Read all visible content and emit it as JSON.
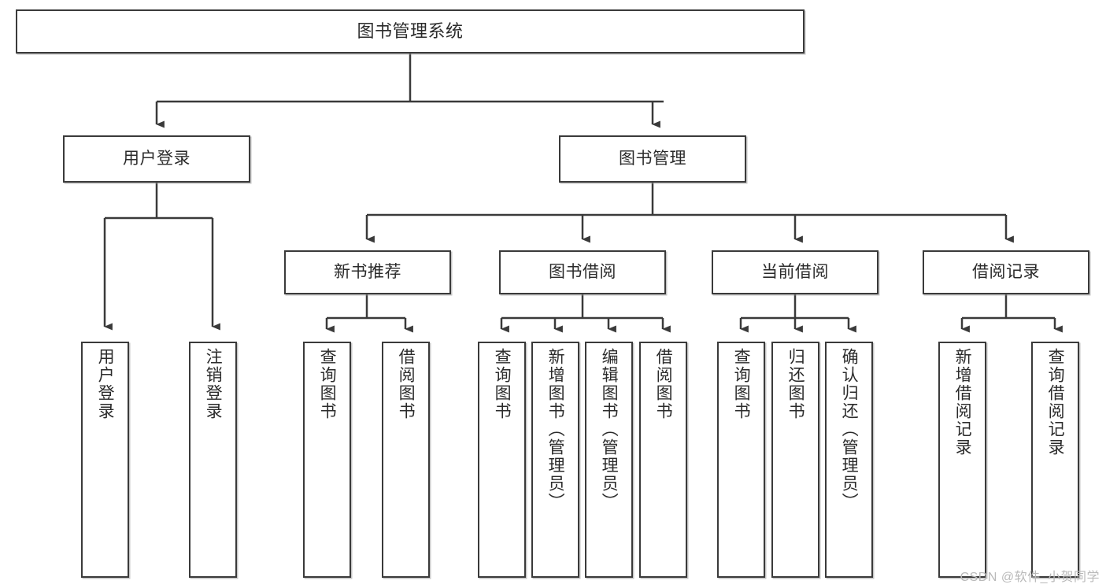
{
  "diagram": {
    "title": "图书管理系统",
    "watermark": "CSDN @软件_小贺同学",
    "colors": {
      "stroke": "#3a3a3a",
      "text": "#2b2b2b",
      "background": "#ffffff",
      "shadow": "#969696",
      "watermark": "#b9b9b9"
    },
    "root": {
      "label": "图书管理系统"
    },
    "level2": [
      {
        "label": "用户登录"
      },
      {
        "label": "图书管理"
      }
    ],
    "level3": [
      {
        "label": "新书推荐"
      },
      {
        "label": "图书借阅"
      },
      {
        "label": "当前借阅"
      },
      {
        "label": "借阅记录"
      }
    ],
    "leaves": {
      "user_login": [
        {
          "label": "用户登录"
        },
        {
          "label": "注销登录"
        }
      ],
      "new_book": [
        {
          "label": "查询图书"
        },
        {
          "label": "借阅图书"
        }
      ],
      "book_borrow": [
        {
          "label": "查询图书"
        },
        {
          "label": "新增图书（管理员）"
        },
        {
          "label": "编辑图书（管理员）"
        },
        {
          "label": "借阅图书"
        }
      ],
      "current_borrow": [
        {
          "label": "查询图书"
        },
        {
          "label": "归还图书"
        },
        {
          "label": "确认归还（管理员）"
        }
      ],
      "borrow_record": [
        {
          "label": "新增借阅记录"
        },
        {
          "label": "查询借阅记录"
        }
      ]
    }
  }
}
